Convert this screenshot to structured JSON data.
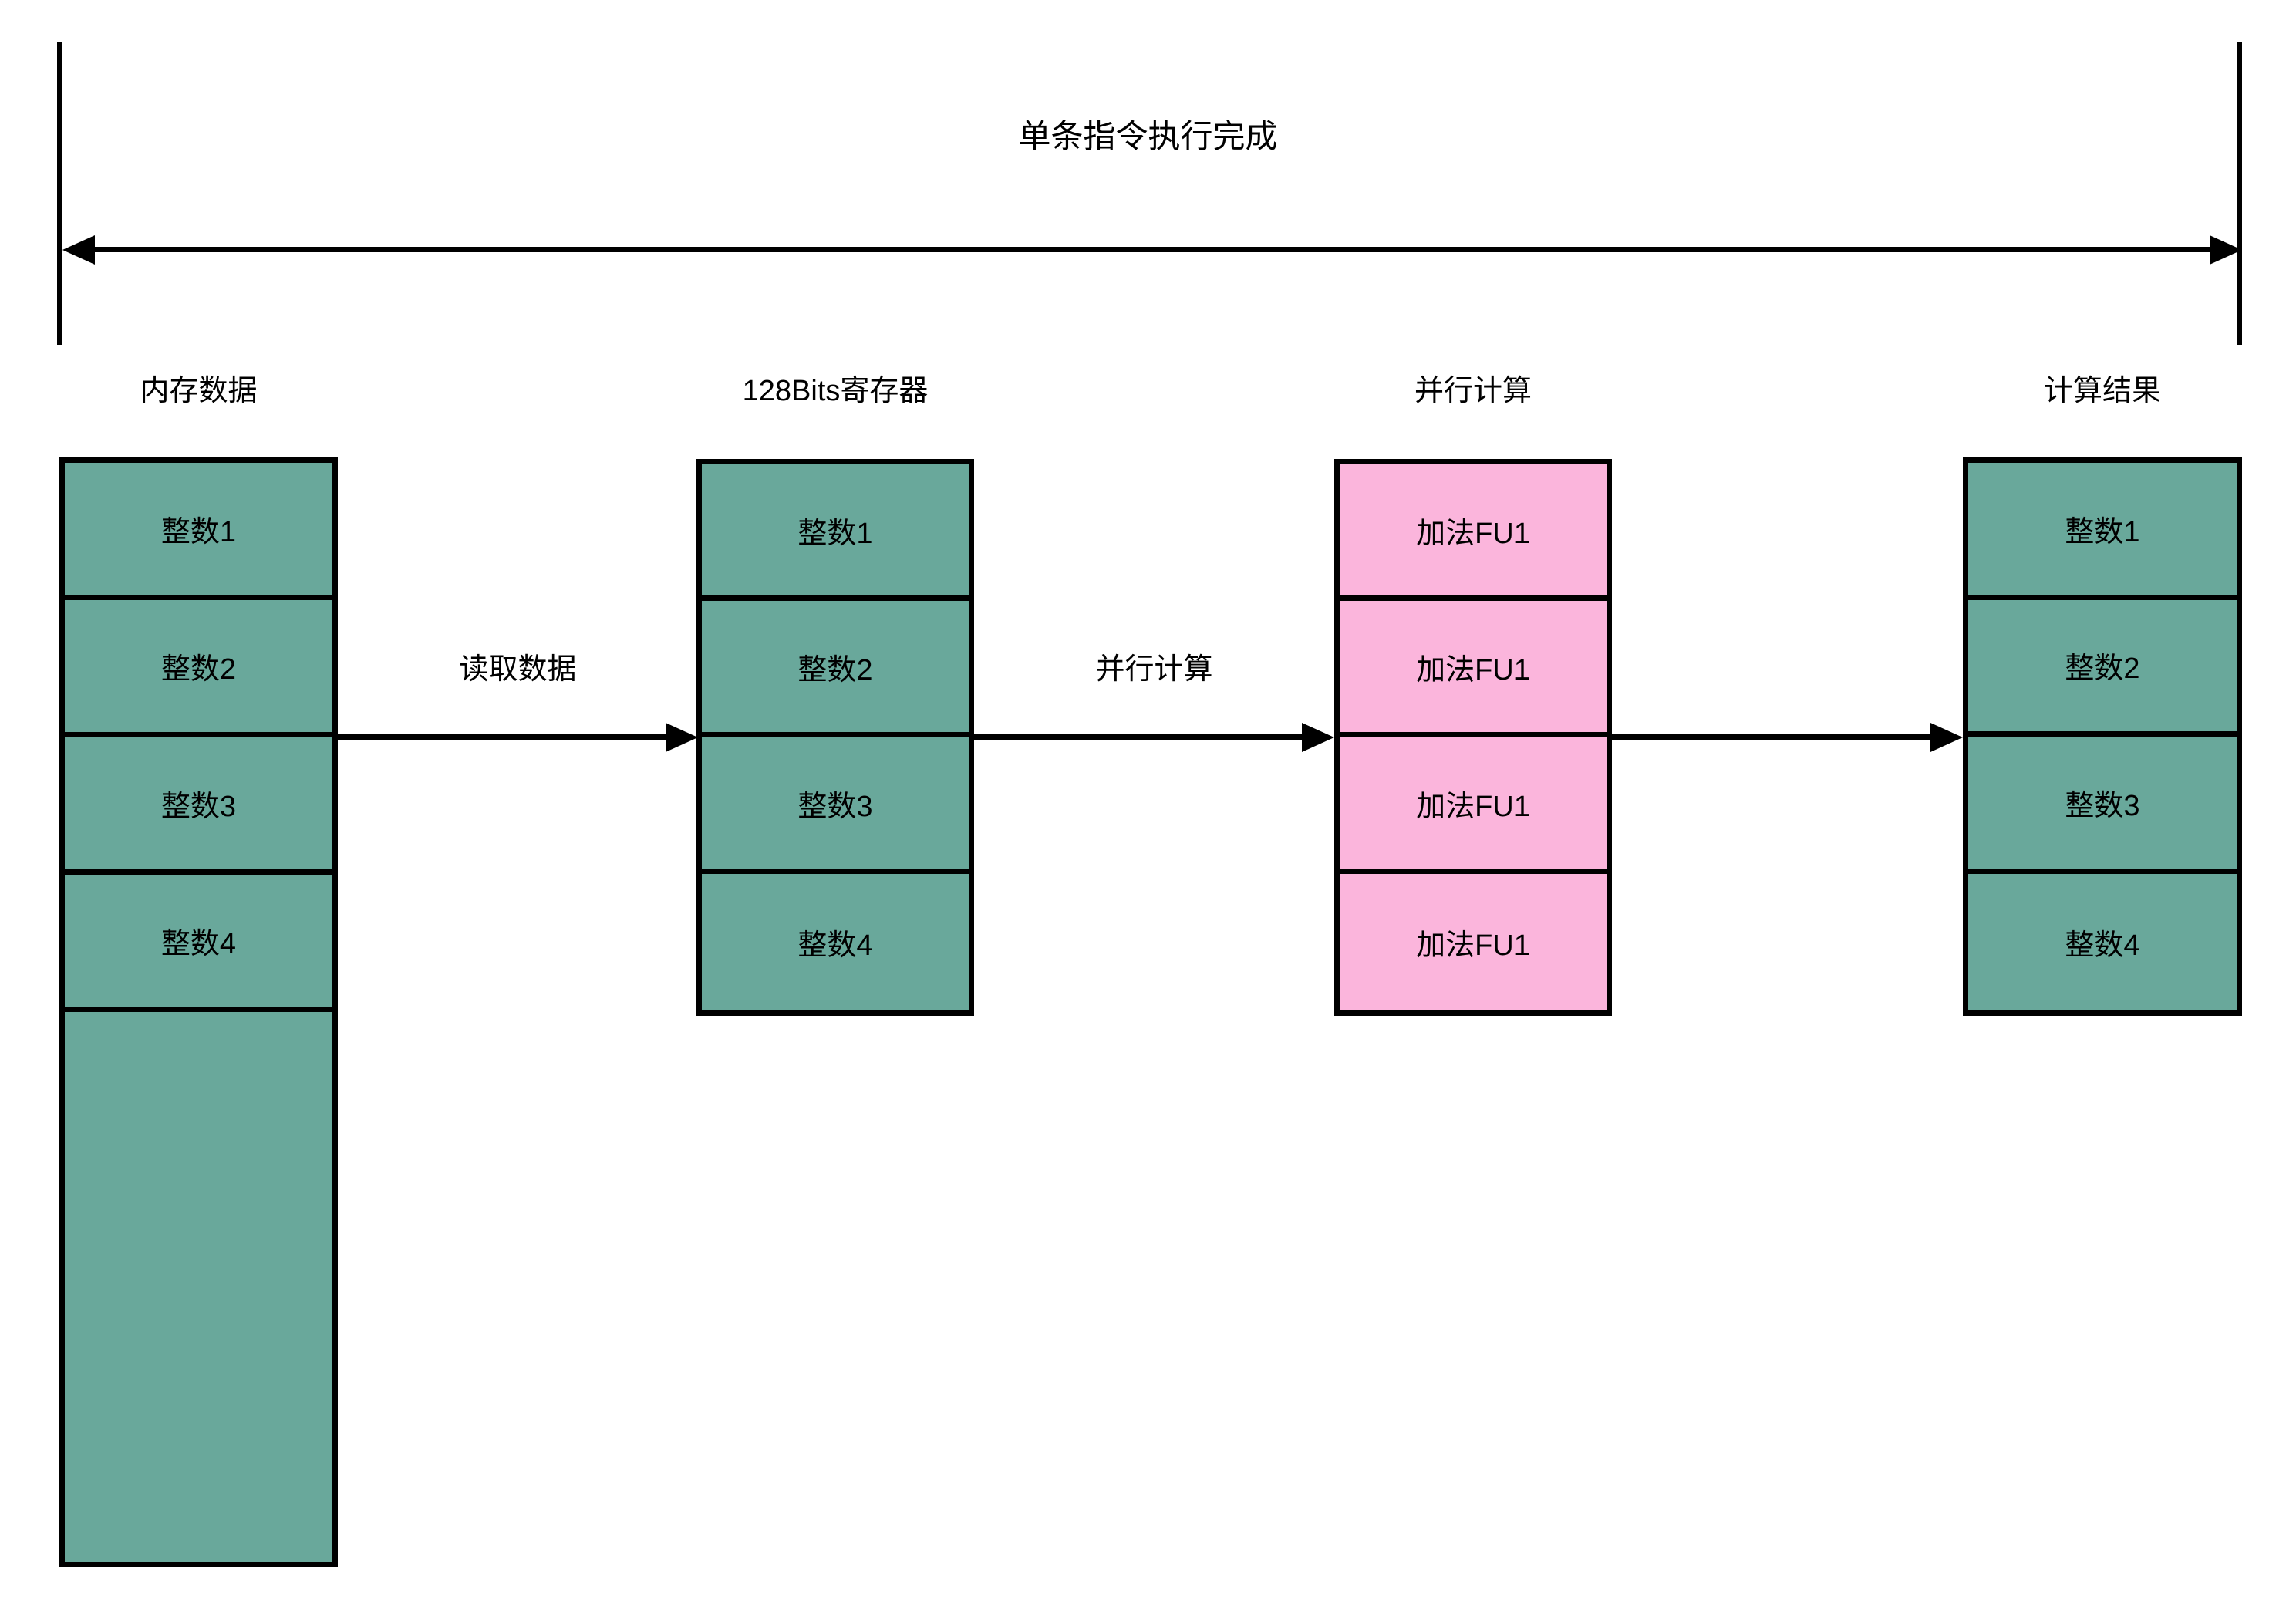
{
  "title": "单条指令执行完成",
  "columns": [
    {
      "header": "内存数据",
      "cells": [
        "整数1",
        "整数2",
        "整数3",
        "整数4"
      ],
      "tail_cell": "",
      "fill": "#69A89B"
    },
    {
      "header": "128Bits寄存器",
      "cells": [
        "整数1",
        "整数2",
        "整数3",
        "整数4"
      ],
      "fill": "#69A89B"
    },
    {
      "header": "并行计算",
      "cells": [
        "加法FU1",
        "加法FU1",
        "加法FU1",
        "加法FU1"
      ],
      "fill": "#FBB5DC"
    },
    {
      "header": "计算结果",
      "cells": [
        "整数1",
        "整数2",
        "整数3",
        "整数4"
      ],
      "fill": "#69A89B"
    }
  ],
  "arrows": [
    {
      "label": "读取数据"
    },
    {
      "label": "并行计算"
    },
    {
      "label": ""
    }
  ],
  "colors": {
    "teal": "#69A89B",
    "pink": "#FBB5DC",
    "line": "#000000",
    "background": "#FFFFFF"
  }
}
